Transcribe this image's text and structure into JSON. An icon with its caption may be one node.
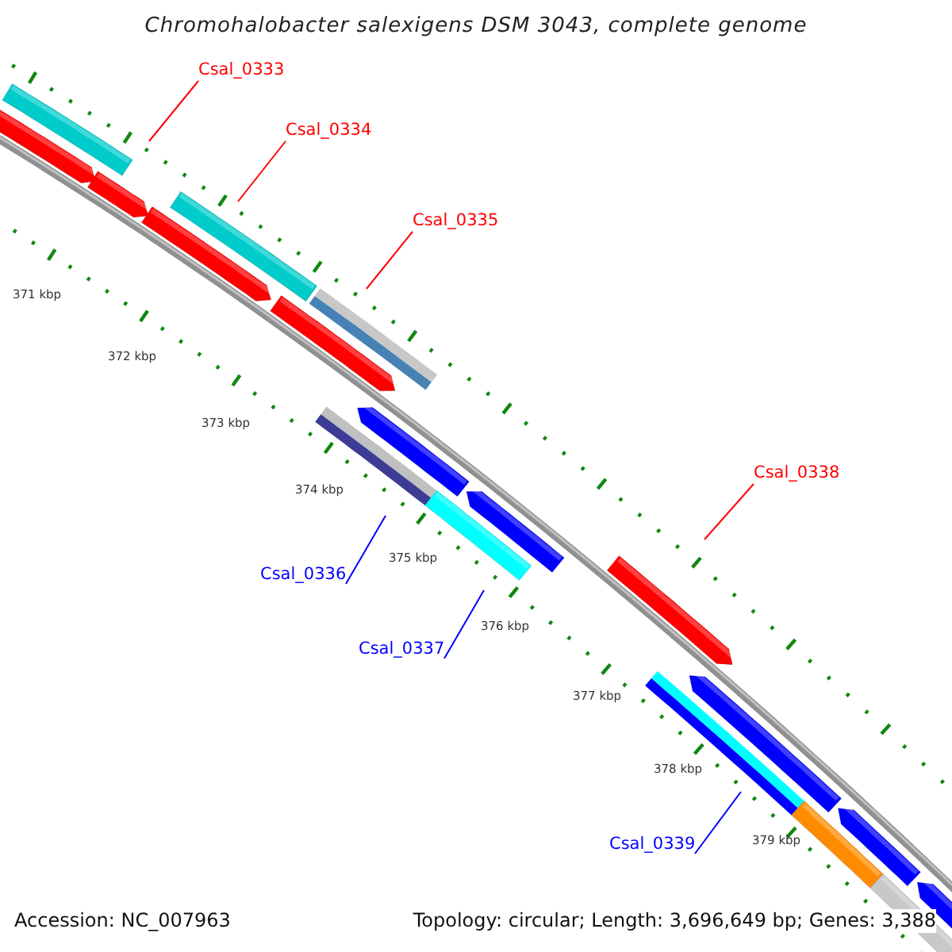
{
  "diagram": {
    "title": "Chromohalobacter salexigens DSM 3043, complete genome",
    "nodes": [
      {
        "text": [
          "Csal_0333"
        ]
      },
      {
        "text": [
          "Csal_0334"
        ]
      },
      {
        "text": [
          "Csal_0335"
        ]
      },
      {
        "text": [
          "Csal_0338"
        ]
      },
      {
        "text": [
          "Csal_0336"
        ]
      },
      {
        "text": [
          "Csal_0337"
        ]
      },
      {
        "text": [
          "Csal_0339"
        ]
      }
    ],
    "edges": [
      {
        "from": 0,
        "to": null,
        "arrow": "none"
      },
      {
        "from": 1,
        "to": null,
        "arrow": "none"
      },
      {
        "from": 2,
        "to": null,
        "arrow": "none"
      },
      {
        "from": 3,
        "to": null,
        "arrow": "none"
      },
      {
        "from": 4,
        "to": null,
        "arrow": "none",
        "color": "#0000ff"
      },
      {
        "from": 5,
        "to": null,
        "arrow": "none",
        "color": "#0000ff"
      },
      {
        "from": 6,
        "to": null,
        "arrow": "none",
        "color": "#0000ff"
      }
    ],
    "labels": [
      "371 kbp",
      "372 kbp",
      "373 kbp",
      "374 kbp",
      "375 kbp",
      "376 kbp",
      "377 kbp",
      "378 kbp",
      "379 kbp",
      "Accession: NC_007963",
      "Topology: circular; Length: 3,696,649 bp; Genes: 3,388"
    ]
  }
}
